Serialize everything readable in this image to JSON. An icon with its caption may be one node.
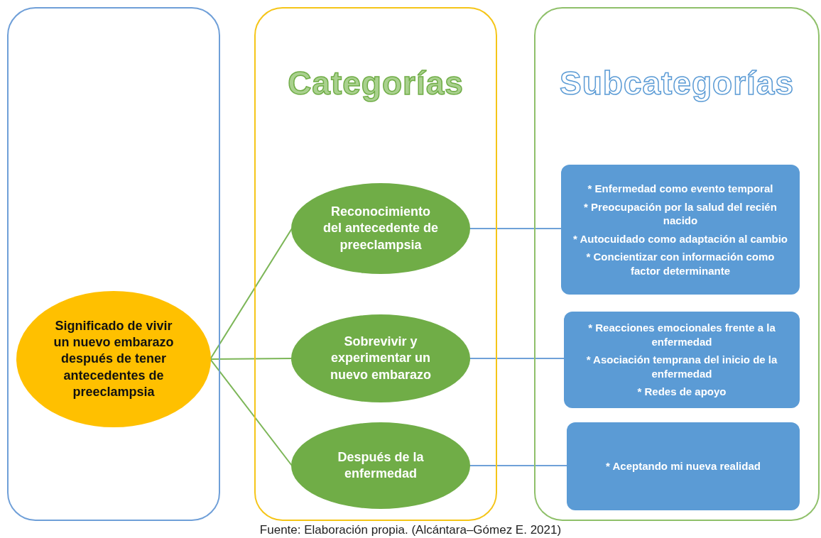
{
  "diagram": {
    "caption": "Fuente: Elaboración propia. (Alcántara–Gómez E.  2021)",
    "nodes": [
      {
        "text": [],
        "shape": "box"
      },
      {
        "text": [
          "Categorías"
        ]
      },
      {
        "text": [
          "Subcategorías"
        ]
      },
      {
        "text": [
          "Significado de vivir un nuevo embarazo después de tener antecedentes de preeclampsia"
        ],
        "in": 0
      },
      {
        "text": [
          "Reconocimiento del antecedente de preeclampsia"
        ],
        "in": 1
      },
      {
        "text": [
          "Sobrevivir y experimentar un nuevo embarazo"
        ],
        "in": 1
      },
      {
        "text": [
          "Después de la enfermedad"
        ],
        "in": 1
      },
      {
        "text": [
          "* Enfermedad como evento temporal",
          "* Preocupación por la salud del recién nacido",
          "* Autocuidado como adaptación al cambio",
          "* Concientizar con información como factor determinante"
        ],
        "in": 2
      },
      {
        "text": [
          "* Reacciones emocionales frente a la enfermedad",
          "* Asociación temprana del inicio de la enfermedad",
          "* Redes de apoyo"
        ],
        "in": 2
      },
      {
        "text": [
          "* Aceptando mi nueva realidad"
        ],
        "in": 2
      }
    ],
    "edges": [
      {
        "from": 3,
        "to": 4,
        "arrow": "none"
      },
      {
        "from": 3,
        "to": 5,
        "arrow": "none"
      },
      {
        "from": 3,
        "to": 6,
        "arrow": "none"
      },
      {
        "from": 4,
        "to": 7,
        "arrow": "none",
        "color": "#6fa1d8"
      },
      {
        "from": 5,
        "to": 8,
        "arrow": "none",
        "color": "#6fa1d8"
      },
      {
        "from": 6,
        "to": 9,
        "arrow": "none",
        "color": "#6fa1d8"
      }
    ]
  }
}
